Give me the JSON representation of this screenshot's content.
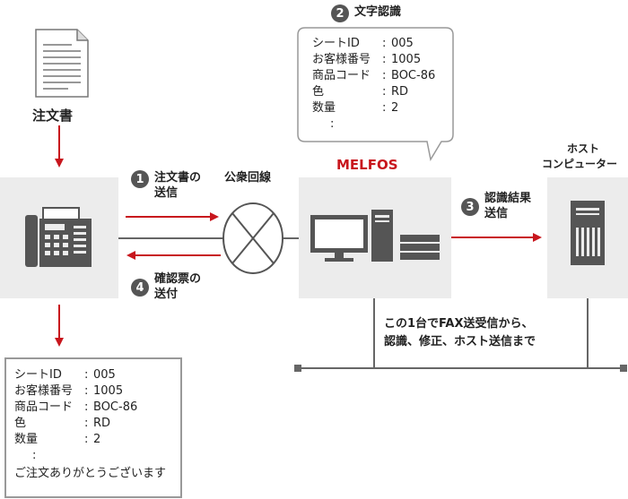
{
  "document_label": "注文書",
  "public_line_label": "公衆回線",
  "melfos_label": "MELFOS",
  "host_label_line1": "ホスト",
  "host_label_line2": "コンピューター",
  "steps": [
    {
      "num": "1",
      "line1": "注文書の",
      "line2": "送信"
    },
    {
      "num": "2",
      "line1": "文字認識",
      "line2": ""
    },
    {
      "num": "3",
      "line1": "認識結果",
      "line2": "送信"
    },
    {
      "num": "4",
      "line1": "確認票の",
      "line2": "送付"
    }
  ],
  "ocr_bubble": {
    "rows": [
      {
        "key": "シートID",
        "colon": ":",
        "value": "005"
      },
      {
        "key": "お客様番号",
        "colon": ":",
        "value": "1005"
      },
      {
        "key": "商品コード",
        "colon": ":",
        "value": "BOC-86"
      },
      {
        "key": "色",
        "colon": ":",
        "value": "RD"
      },
      {
        "key": "数量",
        "colon": ":",
        "value": "2"
      }
    ],
    "ellipsis": ":"
  },
  "confirm_sheet": {
    "rows": [
      {
        "key": "シートID",
        "colon": ":",
        "value": "005"
      },
      {
        "key": "お客様番号",
        "colon": ":",
        "value": "1005"
      },
      {
        "key": "商品コード",
        "colon": ":",
        "value": "BOC-86"
      },
      {
        "key": "色",
        "colon": ":",
        "value": "RD"
      },
      {
        "key": "数量",
        "colon": ":",
        "value": "2"
      }
    ],
    "ellipsis": ":",
    "footer": "ご注文ありがとうございます"
  },
  "network_note_line1": "この1台でFAX送受信から、",
  "network_note_line2": "認識、修正、ホスト送信まで",
  "colors": {
    "accent_red": "#c8161d",
    "panel_gray": "#ececec",
    "dark_gray": "#555555",
    "line_gray": "#666666"
  }
}
